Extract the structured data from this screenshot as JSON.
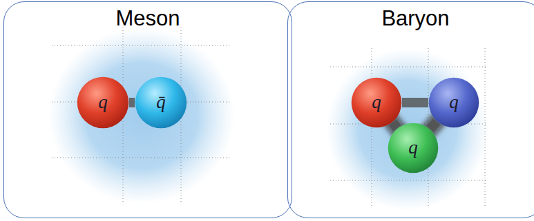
{
  "diagram": {
    "nodes": [
      {
        "text": [
          "Meson"
        ]
      },
      {
        "text": [
          "q"
        ],
        "in": 0
      },
      {
        "text": [
          "q̄"
        ],
        "in": 0
      },
      {
        "text": [
          "Baryon"
        ]
      },
      {
        "text": [
          "q"
        ],
        "in": 3
      },
      {
        "text": [
          "q"
        ],
        "in": 3
      },
      {
        "text": [
          "q"
        ],
        "in": 3
      }
    ],
    "edges": [
      {
        "from": 1,
        "to": 2,
        "arrow": "none"
      },
      {
        "from": 4,
        "to": 5,
        "arrow": "none"
      },
      {
        "from": 4,
        "to": 6,
        "arrow": "none"
      },
      {
        "from": 5,
        "to": 6,
        "arrow": "none"
      }
    ]
  }
}
